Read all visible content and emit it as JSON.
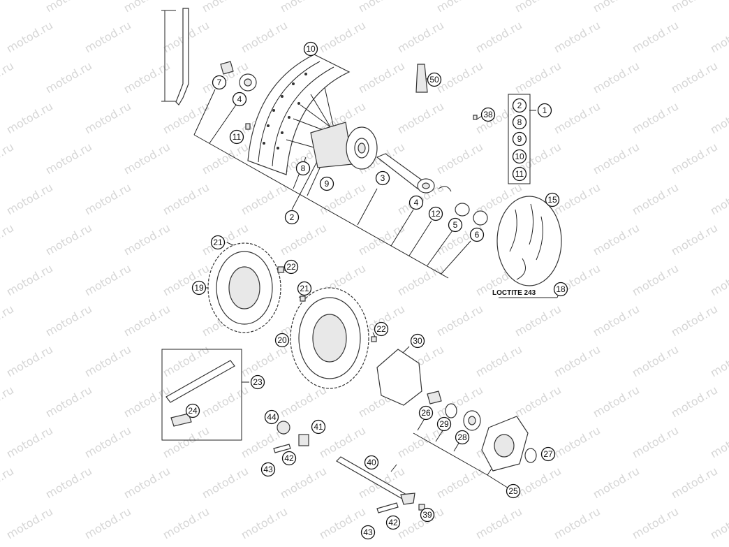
{
  "watermark": "motod.ru",
  "note": "LOCTITE 243",
  "callouts": [
    {
      "id": "c10",
      "label": "10"
    },
    {
      "id": "c7",
      "label": "7"
    },
    {
      "id": "c4a",
      "label": "4"
    },
    {
      "id": "c11",
      "label": "11"
    },
    {
      "id": "c50",
      "label": "50"
    },
    {
      "id": "c38",
      "label": "38"
    },
    {
      "id": "c1",
      "label": "1"
    },
    {
      "id": "c8",
      "label": "8"
    },
    {
      "id": "c9",
      "label": "9"
    },
    {
      "id": "c2",
      "label": "2"
    },
    {
      "id": "c3",
      "label": "3"
    },
    {
      "id": "c4b",
      "label": "4"
    },
    {
      "id": "c12",
      "label": "12"
    },
    {
      "id": "c5",
      "label": "5"
    },
    {
      "id": "c6",
      "label": "6"
    },
    {
      "id": "c15",
      "label": "15"
    },
    {
      "id": "c21a",
      "label": "21"
    },
    {
      "id": "c22a",
      "label": "22"
    },
    {
      "id": "c19",
      "label": "19"
    },
    {
      "id": "c21b",
      "label": "21"
    },
    {
      "id": "c18",
      "label": "18"
    },
    {
      "id": "c22b",
      "label": "22"
    },
    {
      "id": "c20",
      "label": "20"
    },
    {
      "id": "c30",
      "label": "30"
    },
    {
      "id": "c23",
      "label": "23"
    },
    {
      "id": "c24",
      "label": "24"
    },
    {
      "id": "c26",
      "label": "26"
    },
    {
      "id": "c29",
      "label": "29"
    },
    {
      "id": "c28",
      "label": "28"
    },
    {
      "id": "c27",
      "label": "27"
    },
    {
      "id": "c44",
      "label": "44"
    },
    {
      "id": "c41",
      "label": "41"
    },
    {
      "id": "c42a",
      "label": "42"
    },
    {
      "id": "c43a",
      "label": "43"
    },
    {
      "id": "c40",
      "label": "40"
    },
    {
      "id": "c25",
      "label": "25"
    },
    {
      "id": "c39",
      "label": "39"
    },
    {
      "id": "c42b",
      "label": "42"
    },
    {
      "id": "c43b",
      "label": "43"
    }
  ],
  "kit_list": [
    {
      "id": "k2",
      "label": "2"
    },
    {
      "id": "k8",
      "label": "8"
    },
    {
      "id": "k9",
      "label": "9"
    },
    {
      "id": "k10",
      "label": "10"
    },
    {
      "id": "k11",
      "label": "11"
    }
  ]
}
